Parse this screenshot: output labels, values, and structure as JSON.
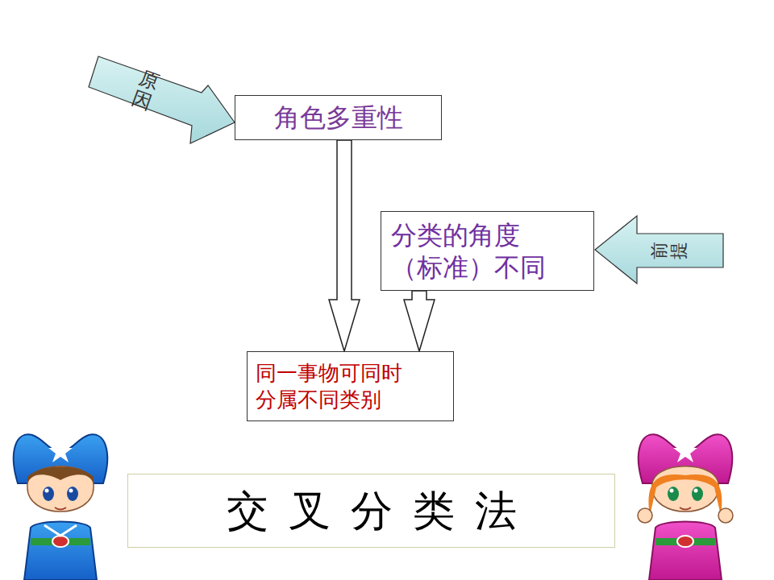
{
  "diagram": {
    "nodes": [
      {
        "text": [
          "原因"
        ]
      },
      {
        "text": [
          "角色多重性"
        ]
      },
      {
        "text": [
          "分类的角度（标准）不同"
        ]
      },
      {
        "text": [
          "前提"
        ]
      },
      {
        "text": [
          "同一事物可同时分属不同类别"
        ]
      },
      {
        "text": [
          "交 叉 分 类 法"
        ]
      }
    ],
    "edges": [
      {
        "from": 1,
        "to": 4,
        "arrow": "to"
      },
      {
        "from": 2,
        "to": 4,
        "arrow": "to"
      }
    ]
  }
}
